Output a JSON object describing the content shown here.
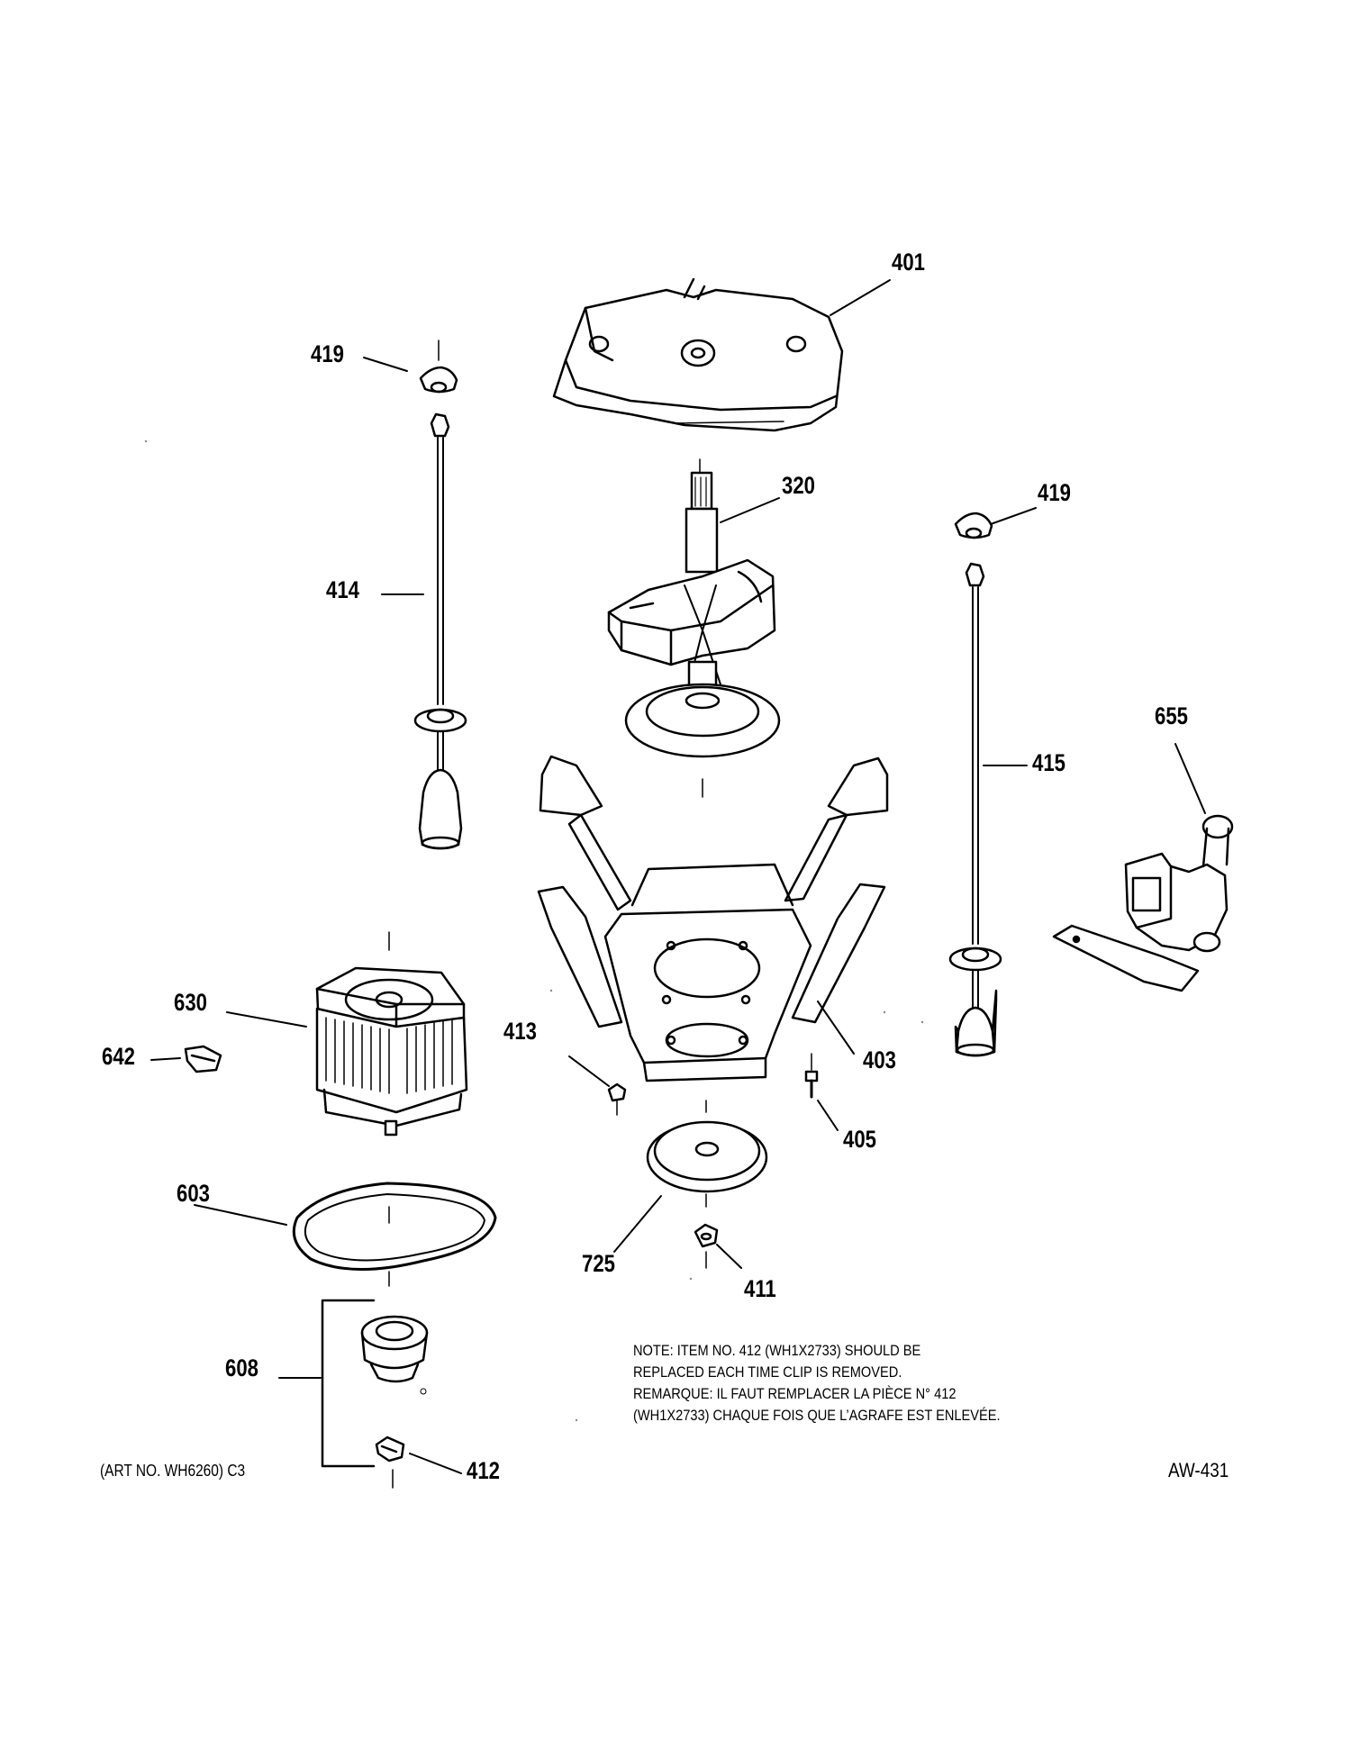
{
  "callouts": [
    {
      "id": "c401",
      "text": "401"
    },
    {
      "id": "c419a",
      "text": "419"
    },
    {
      "id": "c320",
      "text": "320"
    },
    {
      "id": "c419b",
      "text": "419"
    },
    {
      "id": "c414",
      "text": "414"
    },
    {
      "id": "c655",
      "text": "655"
    },
    {
      "id": "c415",
      "text": "415"
    },
    {
      "id": "c630",
      "text": "630"
    },
    {
      "id": "c642",
      "text": "642"
    },
    {
      "id": "c413",
      "text": "413"
    },
    {
      "id": "c403",
      "text": "403"
    },
    {
      "id": "c405",
      "text": "405"
    },
    {
      "id": "c603",
      "text": "603"
    },
    {
      "id": "c725",
      "text": "725"
    },
    {
      "id": "c411",
      "text": "411"
    },
    {
      "id": "c608",
      "text": "608"
    },
    {
      "id": "c412",
      "text": "412"
    }
  ],
  "note": {
    "line1": "NOTE: ITEM NO. 412 (WH1X2733) SHOULD BE",
    "line2": "REPLACED EACH TIME CLIP IS REMOVED.",
    "line3": "REMARQUE: IL FAUT REMPLACER LA PIÈCE N° 412",
    "line4": "(WH1X2733) CHAQUE FOIS QUE L’AGRAFE EST ENLEVÉE."
  },
  "art_number": "(ART NO. WH6260) C3",
  "page_code": "AW-431"
}
